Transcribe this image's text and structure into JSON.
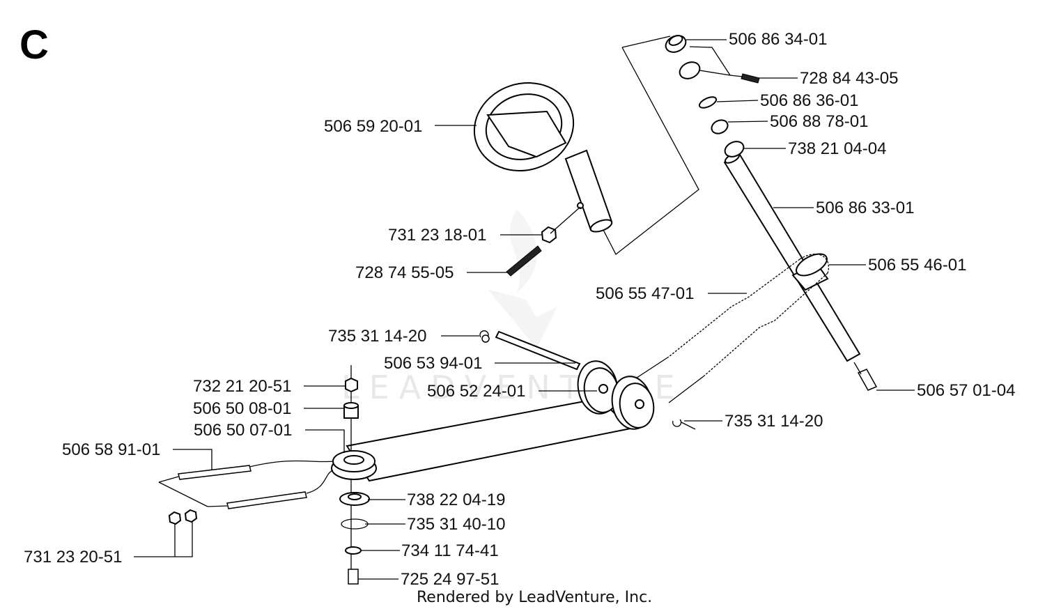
{
  "section_letter": "C",
  "credit": "Rendered by LeadVenture, Inc.",
  "watermark": "LEADVENTURE",
  "parts": [
    {
      "id": "steering-wheel",
      "number": "506 59 20-01"
    },
    {
      "id": "collar-top",
      "number": "506 86 34-01"
    },
    {
      "id": "set-screw",
      "number": "728 84 43-05"
    },
    {
      "id": "washer-top",
      "number": "506 86 36-01"
    },
    {
      "id": "bushing-top",
      "number": "506 88 78-01"
    },
    {
      "id": "bearing-top",
      "number": "738 21 04-04"
    },
    {
      "id": "steering-shaft",
      "number": "506 86 33-01"
    },
    {
      "id": "wheel-nut",
      "number": "731 23 18-01"
    },
    {
      "id": "wheel-screw",
      "number": "728 74 55-05"
    },
    {
      "id": "sprocket",
      "number": "506 55 46-01"
    },
    {
      "id": "chain",
      "number": "506 55 47-01"
    },
    {
      "id": "retaining-ring-left",
      "number": "735 31 14-20"
    },
    {
      "id": "pulley-axle",
      "number": "506 53 94-01"
    },
    {
      "id": "pulley",
      "number": "506 52 24-01"
    },
    {
      "id": "shaft-bolt",
      "number": "506 57 01-04"
    },
    {
      "id": "retaining-ring-right",
      "number": "735 31 14-20"
    },
    {
      "id": "lock-nut",
      "number": "732 21 20-51"
    },
    {
      "id": "spacer",
      "number": "506 50 08-01"
    },
    {
      "id": "segment-gear",
      "number": "506 50 07-01"
    },
    {
      "id": "tie-rod",
      "number": "506 58 91-01"
    },
    {
      "id": "bearing-bottom",
      "number": "738 22 04-19"
    },
    {
      "id": "snap-ring",
      "number": "735 31 40-10"
    },
    {
      "id": "washer-bottom",
      "number": "734 11 74-41"
    },
    {
      "id": "bottom-screw",
      "number": "725 24 97-51"
    },
    {
      "id": "tie-rod-nuts",
      "number": "731 23 20-51"
    }
  ]
}
